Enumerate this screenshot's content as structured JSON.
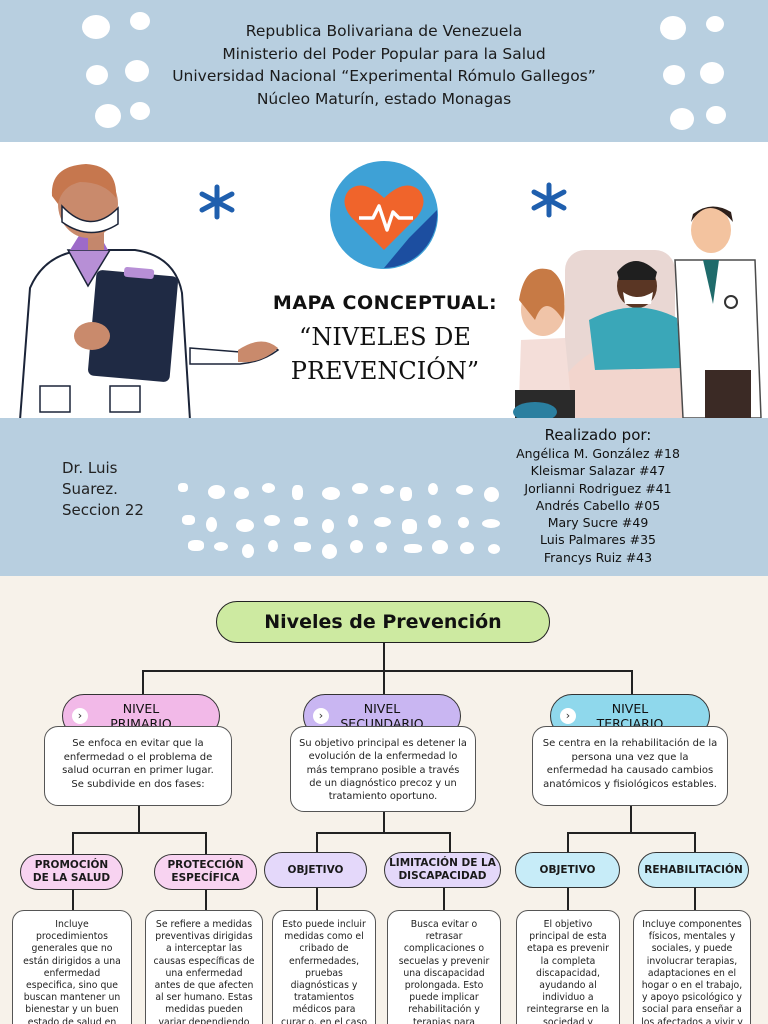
{
  "header": {
    "lines": [
      "Republica Bolivariana de Venezuela",
      "Ministerio del Poder Popular para la Salud",
      "Universidad Nacional “Experimental Rómulo Gallegos”",
      "Núcleo Maturín, estado Monagas"
    ]
  },
  "banner": {
    "title_prefix": "MAPA CONCEPTUAL:",
    "title_line1": "“NIVELES DE",
    "title_line2": "PREVENCIÓN”",
    "icon": "heart-pulse-icon"
  },
  "authors_section": {
    "teacher": [
      "Dr. Luis",
      "Suarez.",
      "Seccion 22"
    ],
    "made_by": "Realizado por:",
    "authors": [
      "Angélica M. González #18",
      "Kleismar Salazar #47",
      "Jorlianni Rodriguez #41",
      "Andrés Cabello #05",
      "Mary Sucre #49",
      "Luis Palmares #35",
      "Francys Ruiz  #43"
    ]
  },
  "map": {
    "root": "Niveles de Prevención",
    "levels": [
      {
        "title": "NIVEL\nPRIMARIO",
        "color": "#f2b9e8",
        "description": "Se enfoca en evitar que la enfermedad o el problema de salud ocurran en primer lugar.\nSe subdivide en dos fases:",
        "children": [
          {
            "label": "PROMOCIÓN\nDE LA SALUD",
            "text": "Incluye procedimientos generales que no están dirigidos a una enfermedad especifica, sino que buscan mantener un bienestar y un buen estado de salud en general. Esto puede incluir actividades como"
          },
          {
            "label": "PROTECCIÓN\nESPECÍFICA",
            "text": "Se refiere a medidas preventivas dirigidas a interceptar las causas específicas de una enfermedad antes de que afecten al ser humano. Estas medidas pueden variar dependiendo del agente"
          }
        ]
      },
      {
        "title": "NIVEL\nSECUNDARIO",
        "color": "#c9b6f2",
        "description": "Su objetivo principal es detener la evolución de la enfermedad lo más temprano posible a través de un diagnóstico precoz y un tratamiento oportuno.",
        "children": [
          {
            "label": "OBJETIVO",
            "text": "Esto puede incluir medidas como el cribado de enfermedades, pruebas diagnósticas y tratamientos médicos para curar o, en el caso de enfermedades"
          },
          {
            "label": "LIMITACIÓN DE LA\nDISCAPACIDAD",
            "text": "Busca evitar o retrasar complicaciones o secuelas y prevenir una discapacidad prolongada. Esto puede implicar rehabilitación y terapias para minimizar el impacto de una enfermedad y"
          }
        ]
      },
      {
        "title": "NIVEL\nTERCIARIO",
        "color": "#8fd8ec",
        "description": "Se centra en la rehabilitación de la persona una vez que la enfermedad ha causado cambios anatómicos y fisiológicos estables.",
        "children": [
          {
            "label": "OBJETIVO",
            "text": "El objetivo principal de esta etapa es prevenir la completa discapacidad, ayudando al individuo a reintegrarse en la sociedad y maximizar sus"
          },
          {
            "label": "REHABILITACIÓN",
            "text": "Incluye componentes físicos, mentales y sociales, y puede involucrar terapias, adaptaciones en el hogar o en el trabajo, y apoyo psicológico y social para enseñar a los afectados a vivir y"
          }
        ]
      }
    ]
  },
  "colors": {
    "band_blue": "#b8cfe0",
    "root_green": "#cdeaa1",
    "pill_pink": "#f8d3f1",
    "pill_lilac": "#e4d8fa",
    "pill_blue": "#c7ecf8",
    "background": "#f7f2ea"
  }
}
